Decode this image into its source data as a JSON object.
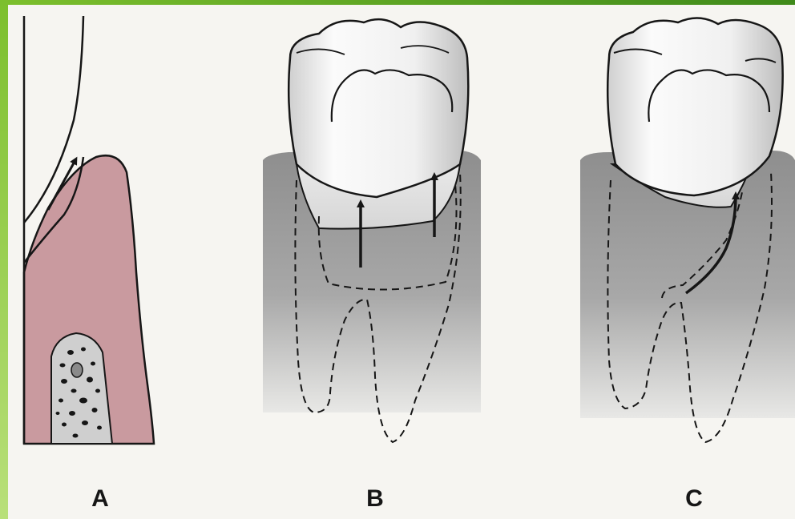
{
  "panels": [
    {
      "id": "a",
      "label": "A"
    },
    {
      "id": "b",
      "label": "B"
    },
    {
      "id": "c",
      "label": "C"
    }
  ],
  "colors": {
    "accent_green": "#7cbf2d",
    "background": "#f6f5f1",
    "gingiva": "#c99a9f",
    "bone_cortex": "#cfcfcf",
    "tissue_gray": "#9a9a9a",
    "enamel": "#f4f4f4",
    "line": "#161616"
  }
}
